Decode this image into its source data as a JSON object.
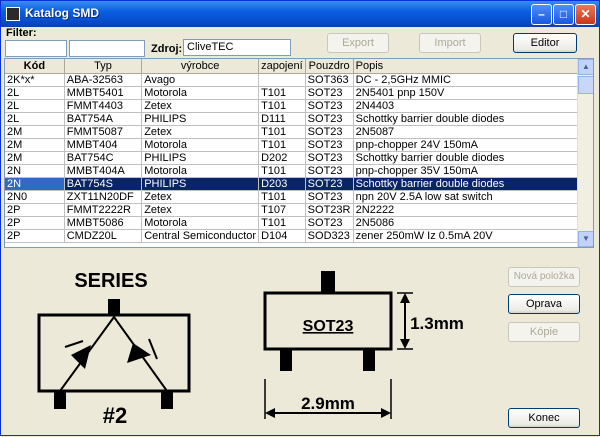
{
  "window": {
    "title": "Katalog SMD"
  },
  "filter": {
    "label": "Filter:",
    "kod_value": "",
    "typ_value": ""
  },
  "zdroj": {
    "label": "Zdroj:",
    "value": "CliveTEC"
  },
  "buttons": {
    "export": "Export",
    "import": "Import",
    "editor": "Editor",
    "nova": "Nová položka",
    "oprava": "Oprava",
    "kopie": "Kópie",
    "konec": "Konec"
  },
  "table": {
    "columns": [
      "Kód",
      "Typ",
      "výrobce",
      "zapojení",
      "Pouzdro",
      "Popis"
    ],
    "rows": [
      [
        "2K*x*",
        "ABA-32563",
        "Avago",
        "",
        "SOT363",
        "DC - 2,5GHz MMIC"
      ],
      [
        "2L",
        "MMBT5401",
        "Motorola",
        "T101",
        "SOT23",
        "2N5401 pnp 150V"
      ],
      [
        "2L",
        "FMMT4403",
        "Zetex",
        "T101",
        "SOT23",
        "2N4403"
      ],
      [
        "2L",
        "BAT754A",
        "PHILIPS",
        "D111",
        "SOT23",
        "Schottky barrier double diodes"
      ],
      [
        "2M",
        "FMMT5087",
        "Zetex",
        "T101",
        "SOT23",
        "2N5087"
      ],
      [
        "2M",
        "MMBT404",
        "Motorola",
        "T101",
        "SOT23",
        "pnp-chopper 24V 150mA"
      ],
      [
        "2M",
        "BAT754C",
        "PHILIPS",
        "D202",
        "SOT23",
        "Schottky barrier double diodes"
      ],
      [
        "2N",
        "MMBT404A",
        "Motorola",
        "T101",
        "SOT23",
        "pnp-chopper 35V 150mA"
      ],
      [
        "2N",
        "BAT754S",
        "PHILIPS",
        "D203",
        "SOT23",
        "Schottky barrier double diodes"
      ],
      [
        "2N0",
        "ZXT11N20DF",
        "Zetex",
        "T101",
        "SOT23",
        "npn 20V 2.5A low sat switch"
      ],
      [
        "2P",
        "FMMT2222R",
        "Zetex",
        "T107",
        "SOT23R",
        "2N2222"
      ],
      [
        "2P",
        "MMBT5086",
        "Motorola",
        "T101",
        "SOT23",
        "2N5086"
      ],
      [
        "2P",
        "CMDZ20L",
        "Central Semiconductor",
        "D104",
        "SOD323",
        "zener 250mW Iz 0.5mA 20V"
      ]
    ],
    "selected_row": 8
  },
  "schematic": {
    "title": "SERIES",
    "number": "#2"
  },
  "package": {
    "name": "SOT23",
    "height_dim": "1.3mm",
    "width_dim": "2.9mm"
  },
  "icons": {
    "app": "app-icon",
    "minimize": "minimize-icon",
    "maximize": "maximize-icon",
    "close": "close-icon"
  }
}
